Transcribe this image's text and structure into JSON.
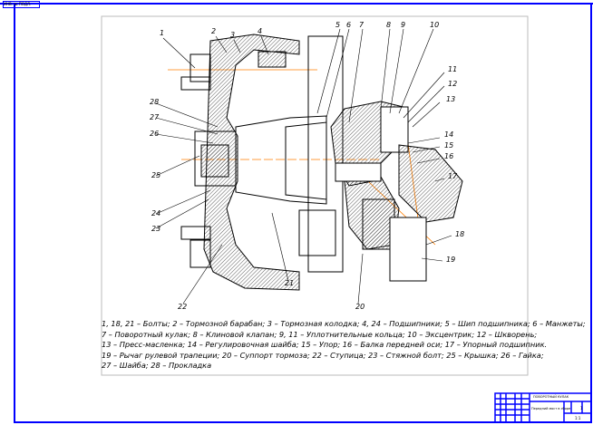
{
  "stamp_text": "ИНВ. № ПОДЛ.",
  "legend": [
    "1, 18, 21 – Болты; 2 – Тормозной барабан; 3 – Тормозная колодка; 4, 24 – Подшипники; 5 – Шип подшипника; 6 – Манжеты;",
    "7 – Поворотный кулак; 8 – Клиновой клапан; 9, 11 – Уплотнительные кольца; 10 – Эксцентрик; 12 – Шкворень;",
    "13 – Пресс-масленка; 14 – Регулировочная шайба; 15 – Упор; 16 – Балка передней оси; 17 – Упорный подшипник.",
    "19 – Рычаг рулевой трапеции; 20 – Суппорт тормоза; 22 – Ступица; 23 – Стяжной болт; 25 – Крышка; 26 – Гайка;",
    "27 – Шайба; 28 – Прокладка"
  ],
  "callouts": [
    "1",
    "2",
    "3",
    "4",
    "5",
    "6",
    "7",
    "8",
    "9",
    "10",
    "11",
    "12",
    "13",
    "14",
    "15",
    "16",
    "17",
    "18",
    "19",
    "20",
    "21",
    "22",
    "23",
    "24",
    "25",
    "26",
    "27",
    "28"
  ],
  "title_block": {
    "title": "ПОВОРОТНЫЙ КУЛАК",
    "name": "Передний мост в сборе",
    "sheet": "1",
    "scale": "1:1"
  },
  "colors": {
    "frame": "#0000ff",
    "lines": "#000000",
    "axis": "#ff7f00",
    "hatch": "#555555"
  }
}
